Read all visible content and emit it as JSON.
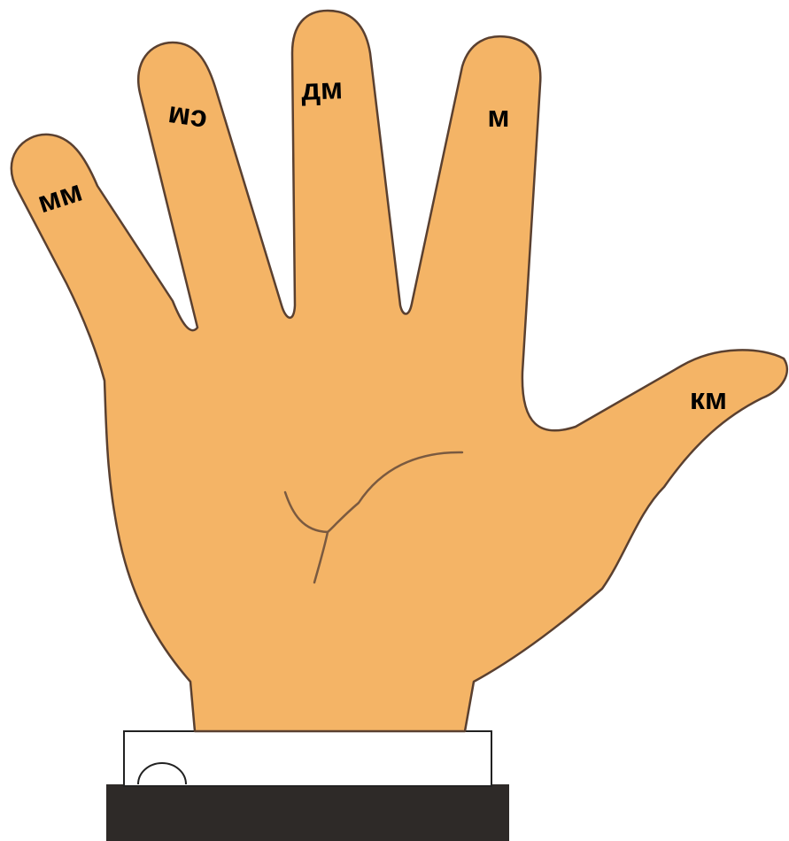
{
  "colors": {
    "skin": "#f4b466",
    "outline": "#5a4030",
    "cuff": "#ffffff",
    "sleeve": "#2e2a28",
    "line": "#7a5a40"
  },
  "labels": {
    "little_finger": "мм",
    "ring_finger": "см",
    "middle_finger": "дм",
    "index_finger": "м",
    "thumb": "км"
  }
}
